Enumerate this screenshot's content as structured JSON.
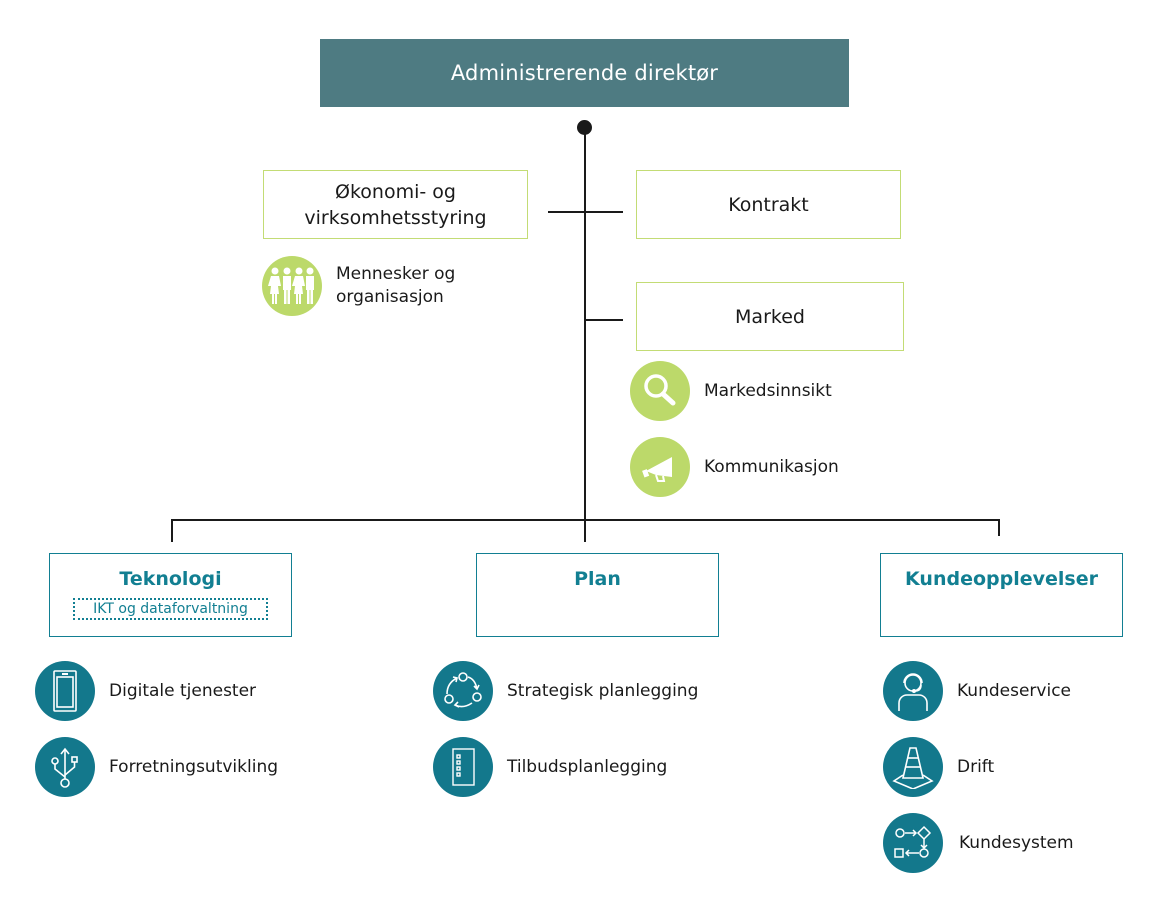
{
  "ceo": {
    "title": "Administrerende direktør"
  },
  "staff": {
    "left": {
      "title_line1": "Økonomi- og",
      "title_line2": "virksomhetsstyring",
      "items": [
        {
          "icon": "people-icon",
          "label_line1": "Mennesker og",
          "label_line2": "organisasjon"
        }
      ]
    },
    "contract": {
      "title": "Kontrakt"
    },
    "market": {
      "title": "Marked",
      "items": [
        {
          "icon": "magnifier-icon",
          "label": "Markedsinnsikt"
        },
        {
          "icon": "megaphone-icon",
          "label": "Kommunikasjon"
        }
      ]
    }
  },
  "divisions": [
    {
      "title": "Teknologi",
      "subtitle": "IKT og dataforvaltning",
      "items": [
        {
          "icon": "smartphone-icon",
          "label": "Digitale tjenester"
        },
        {
          "icon": "usb-icon",
          "label": "Forretningsutvikling"
        }
      ]
    },
    {
      "title": "Plan",
      "items": [
        {
          "icon": "cycle-icon",
          "label": "Strategisk planlegging"
        },
        {
          "icon": "checklist-icon",
          "label": "Tilbudsplanlegging"
        }
      ]
    },
    {
      "title": "Kundeopplevelser",
      "items": [
        {
          "icon": "headset-person-icon",
          "label": "Kundeservice"
        },
        {
          "icon": "traffic-cone-icon",
          "label": "Drift"
        },
        {
          "icon": "flowchart-icon",
          "label": "Kundesystem"
        }
      ]
    }
  ],
  "colors": {
    "ceo_bg": "#4e7b82",
    "staff_border": "#c3dc75",
    "staff_icon": "#bcd96a",
    "division_accent": "#127f92",
    "division_icon": "#13788c"
  }
}
